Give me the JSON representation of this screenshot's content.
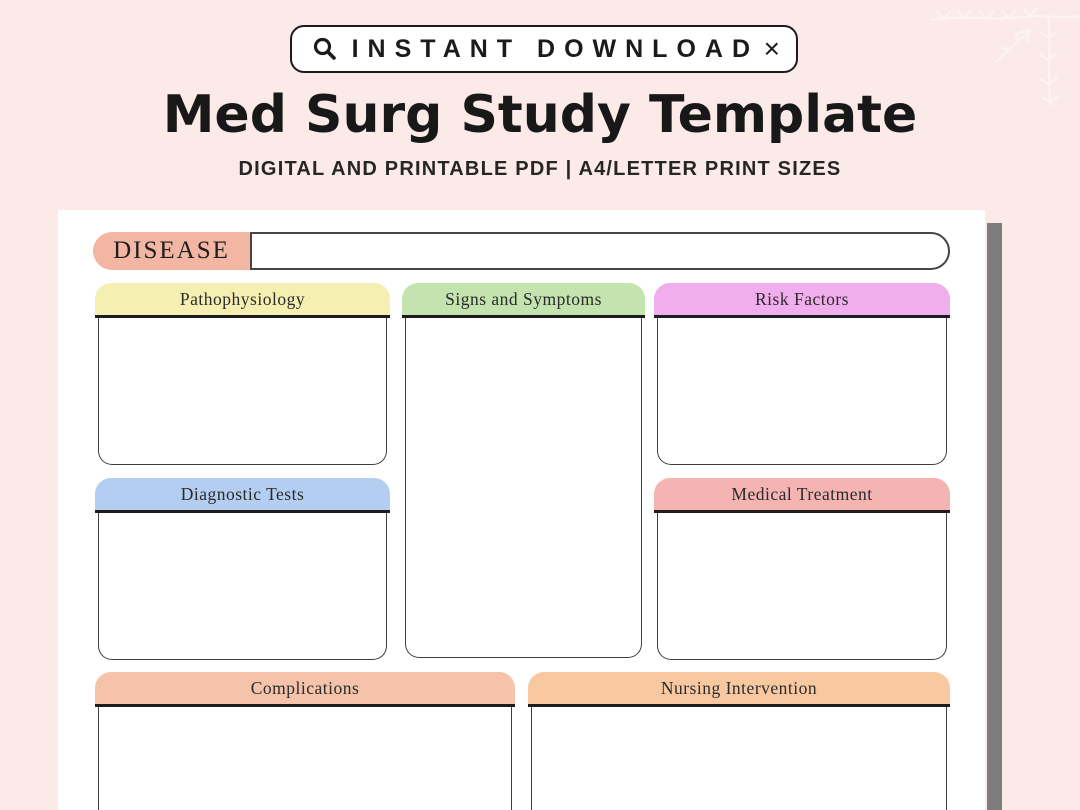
{
  "colors": {
    "page_bg": "#fbeae8",
    "paper_bg": "#ffffff",
    "shadow": "#7d7d7d",
    "ink": "#1b1b1b"
  },
  "header": {
    "search_label": "INSTANT DOWNLOAD",
    "close_glyph": "×",
    "title": "Med Surg Study Template",
    "subtitle": "DIGITAL AND PRINTABLE PDF | A4/LETTER PRINT SIZES"
  },
  "template": {
    "disease": {
      "label": "DISEASE",
      "value": "",
      "color": "#f3b6a3"
    },
    "sections": [
      {
        "label": "Pathophysiology",
        "color": "#f5efb2"
      },
      {
        "label": "Signs and Symptoms",
        "color": "#c3e3af"
      },
      {
        "label": "Risk Factors",
        "color": "#f1aeec"
      },
      {
        "label": "Diagnostic Tests",
        "color": "#b3cef1"
      },
      {
        "label": "Medical Treatment",
        "color": "#f4b4b1"
      },
      {
        "label": "Complications",
        "color": "#f4c3aa"
      },
      {
        "label": "Nursing Intervention",
        "color": "#f8c9a1"
      }
    ]
  }
}
